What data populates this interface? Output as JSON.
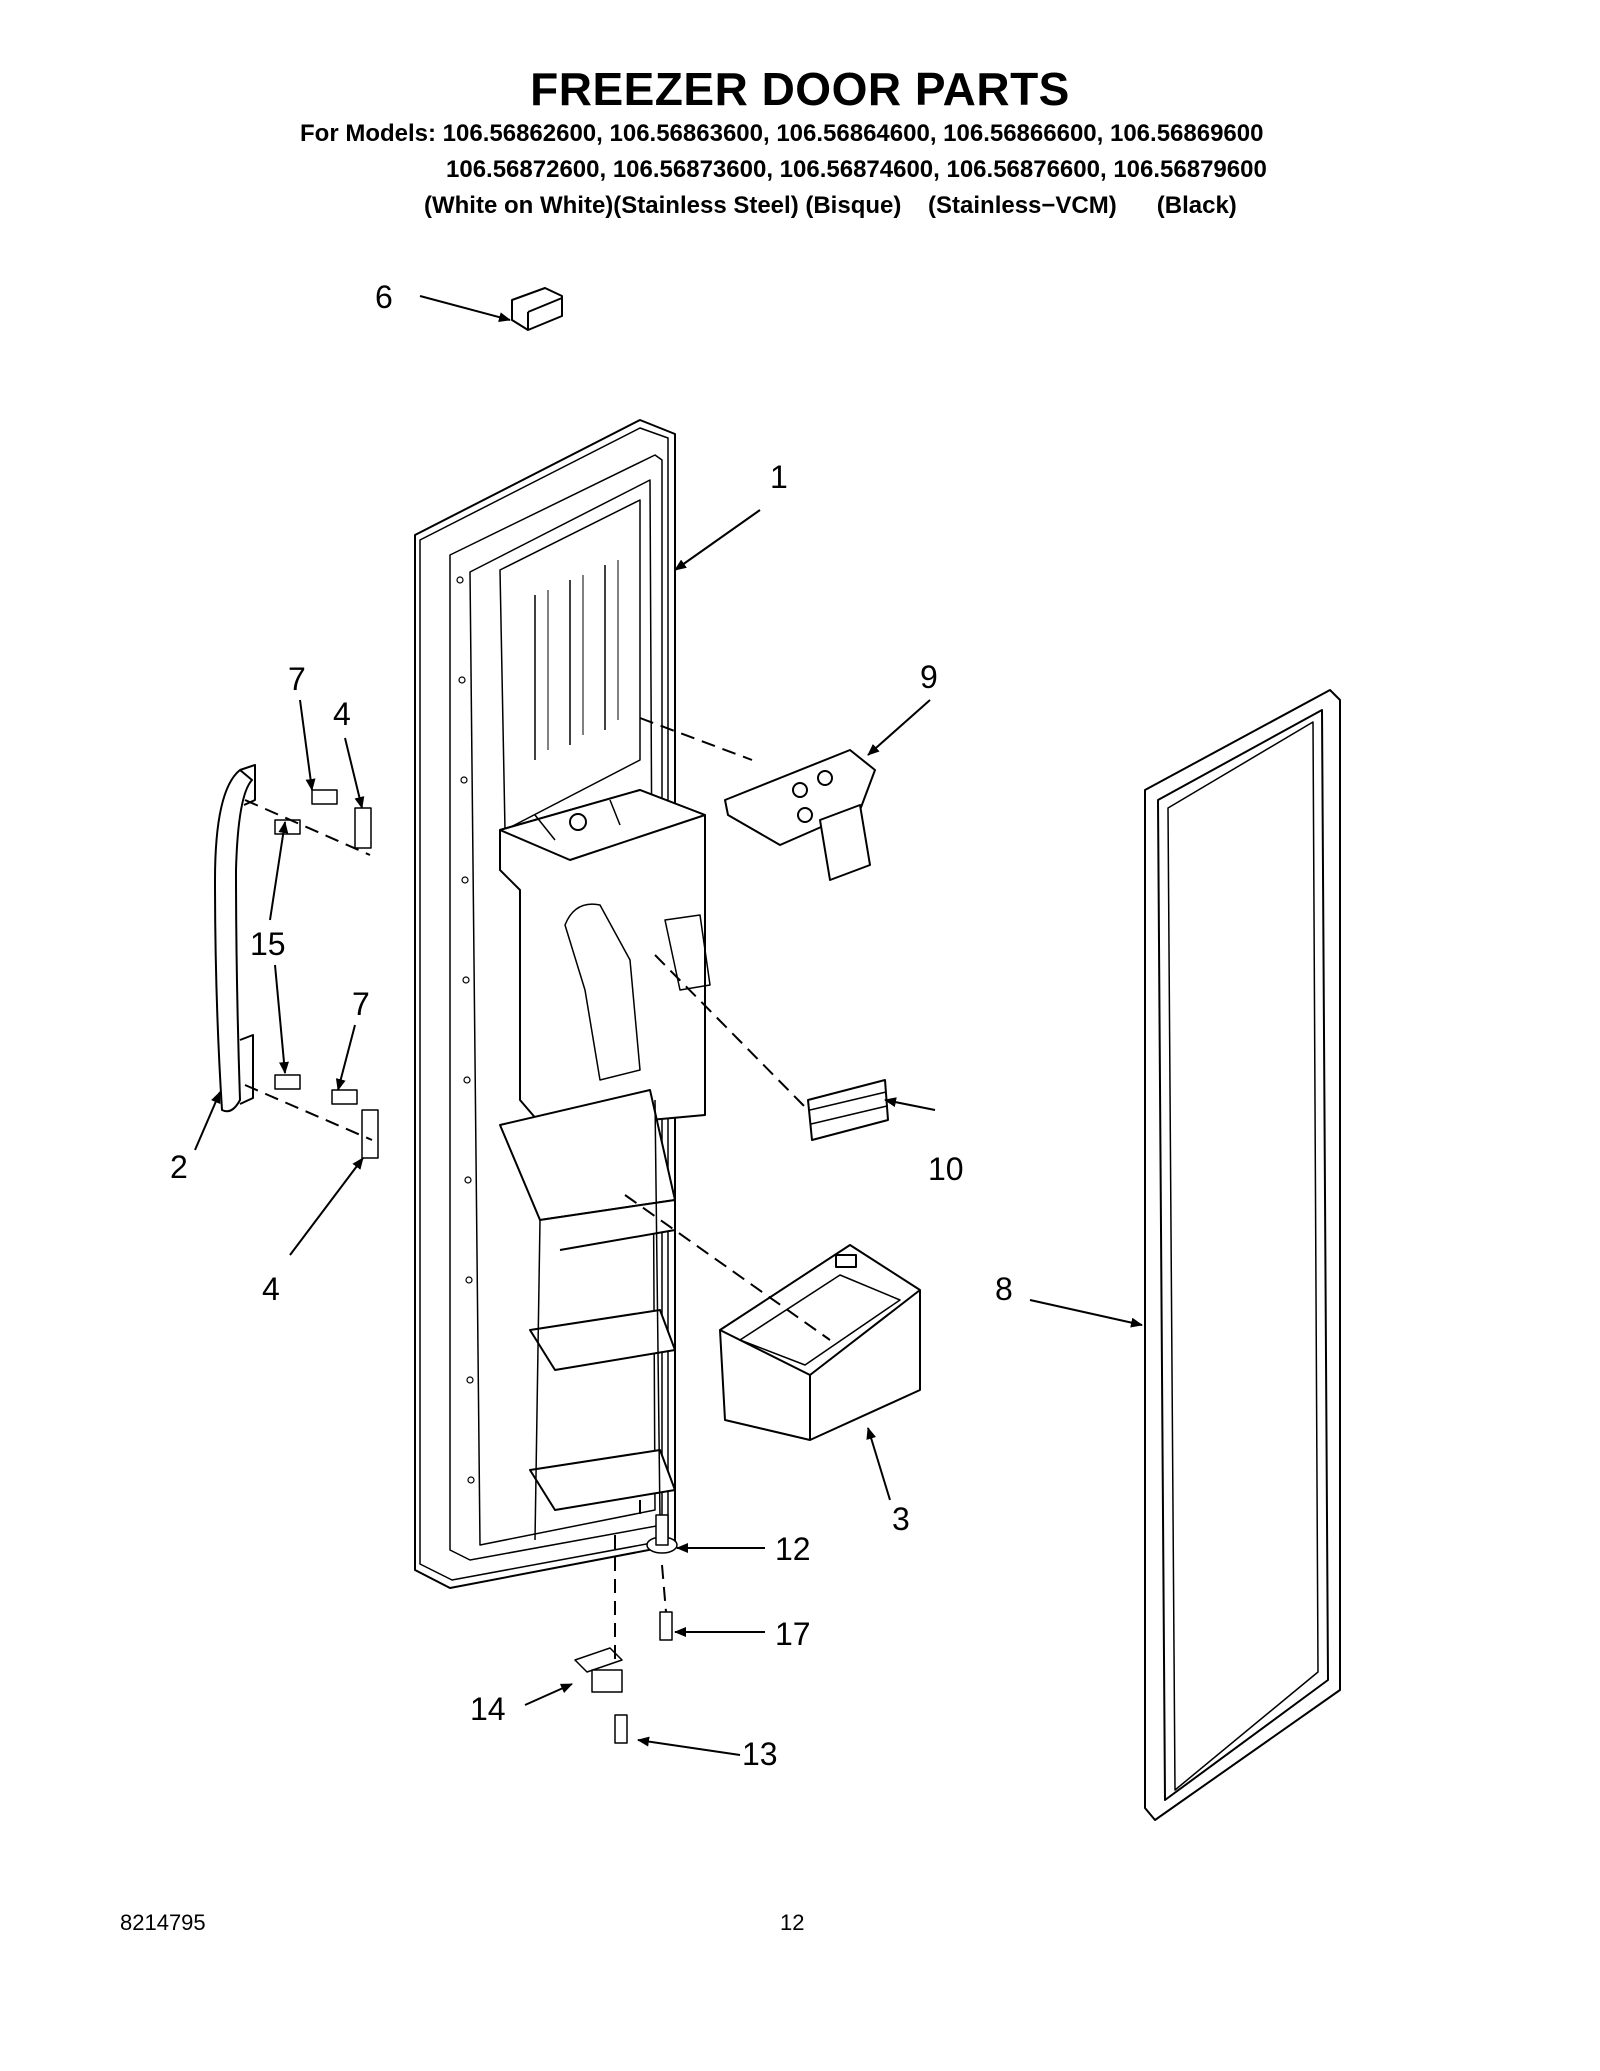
{
  "title": "FREEZER DOOR PARTS",
  "models": {
    "line1": "For Models: 106.56862600, 106.56863600, 106.56864600, 106.56866600, 106.56869600",
    "line2": "106.56872600, 106.56873600, 106.56874600, 106.56876600, 106.56879600",
    "line3": "(White on White)(Stainless Steel) (Bisque)    (Stainless−VCM)      (Black)"
  },
  "callouts": {
    "c1": "1",
    "c2": "2",
    "c3": "3",
    "c4a": "4",
    "c4b": "4",
    "c6": "6",
    "c7a": "7",
    "c7b": "7",
    "c8": "8",
    "c9": "9",
    "c10": "10",
    "c12": "12",
    "c13": "13",
    "c14": "14",
    "c15": "15",
    "c17": "17"
  },
  "footer": {
    "doc_number": "8214795",
    "page_number": "12"
  }
}
